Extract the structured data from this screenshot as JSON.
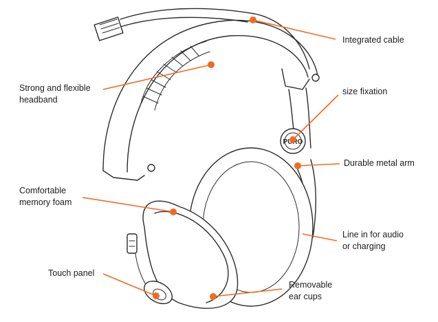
{
  "accent_color": "#f26a21",
  "logo_text": "PURO",
  "callouts": [
    {
      "id": "integrated-cable",
      "lines": [
        "Integrated cable"
      ]
    },
    {
      "id": "headband",
      "lines": [
        "Strong and flexible",
        "headband"
      ]
    },
    {
      "id": "size-fixation",
      "lines": [
        "size fixation"
      ]
    },
    {
      "id": "metal-arm",
      "lines": [
        "Durable metal arm"
      ]
    },
    {
      "id": "memory-foam",
      "lines": [
        "Comfortable",
        "memory foam"
      ]
    },
    {
      "id": "line-in",
      "lines": [
        "Line in for audio",
        "or charging"
      ]
    },
    {
      "id": "touch-panel",
      "lines": [
        "Touch panel"
      ]
    },
    {
      "id": "ear-cups",
      "lines": [
        "Removable",
        "ear cups"
      ]
    }
  ]
}
